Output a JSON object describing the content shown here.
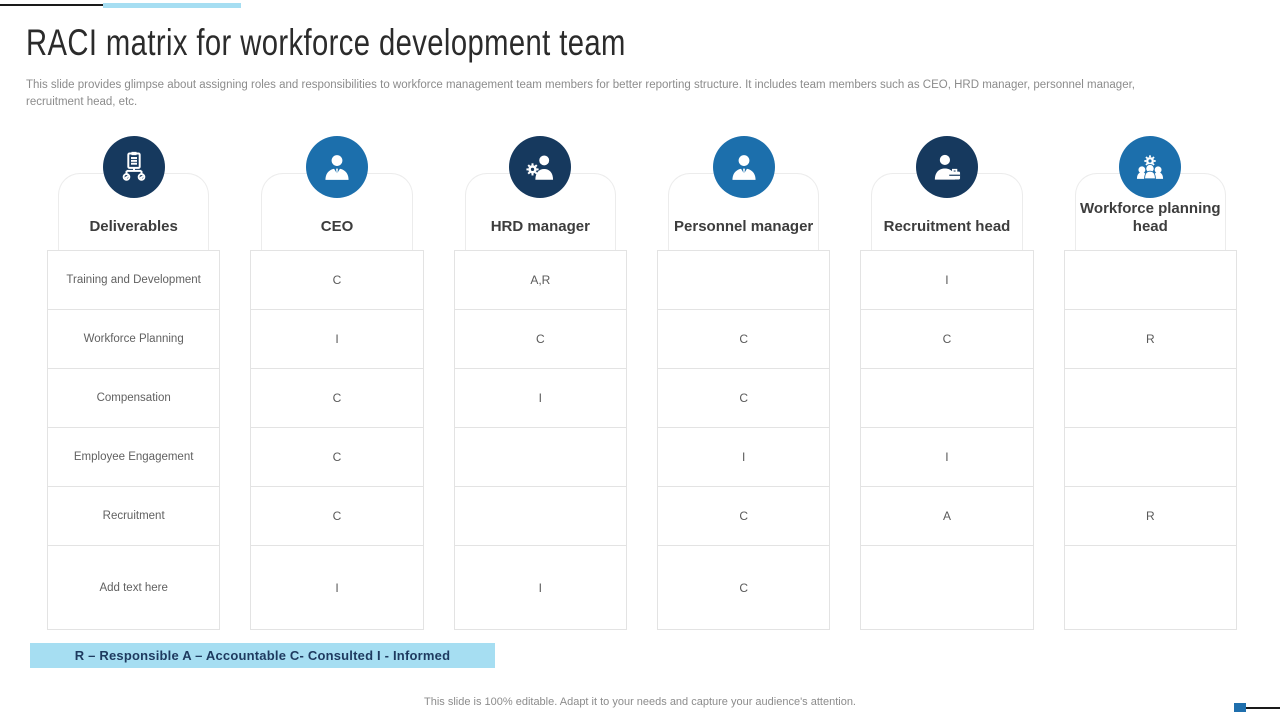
{
  "slide": {
    "title": "RACI matrix for workforce development team",
    "subtitle": "This slide provides glimpse about assigning roles and responsibilities to workforce management team members for better reporting structure. It includes team members such as CEO, HRD manager, personnel manager, recruitment head, etc.",
    "legend": "R – Responsible  A – Accountable  C- Consulted  I - Informed",
    "footer": "This slide is 100% editable.  Adapt it to your needs and capture your audience's attention."
  },
  "colors": {
    "navy": "#16395e",
    "blue": "#1c6fac",
    "legend_bg": "#a6def2",
    "legend_text": "#1e3a5f",
    "accent_blue_bar": "#a6def2",
    "accent_square": "#1f6fad"
  },
  "table": {
    "columns": [
      {
        "label": "Deliverables",
        "icon": "org-chart-icon",
        "tone": "navy"
      },
      {
        "label": "CEO",
        "icon": "person-icon",
        "tone": "blue"
      },
      {
        "label": "HRD manager",
        "icon": "person-gear-icon",
        "tone": "navy"
      },
      {
        "label": "Personnel manager",
        "icon": "person-icon",
        "tone": "blue"
      },
      {
        "label": "Recruitment head",
        "icon": "person-briefcase-icon",
        "tone": "navy"
      },
      {
        "label": "Workforce planning head",
        "icon": "team-gear-icon",
        "tone": "blue"
      }
    ],
    "rows": [
      {
        "label": "Training  and Development",
        "values": [
          "C",
          "A,R",
          "",
          "I",
          ""
        ]
      },
      {
        "label": "Workforce Planning",
        "values": [
          "I",
          "C",
          "C",
          "C",
          "R"
        ]
      },
      {
        "label": "Compensation",
        "values": [
          "C",
          "I",
          "C",
          "",
          ""
        ]
      },
      {
        "label": "Employee Engagement",
        "values": [
          "C",
          "",
          "I",
          "I",
          ""
        ]
      },
      {
        "label": "Recruitment",
        "values": [
          "C",
          "",
          "C",
          "A",
          "R"
        ]
      },
      {
        "label": "Add text here",
        "values": [
          "I",
          "I",
          "C",
          "",
          ""
        ]
      }
    ]
  }
}
